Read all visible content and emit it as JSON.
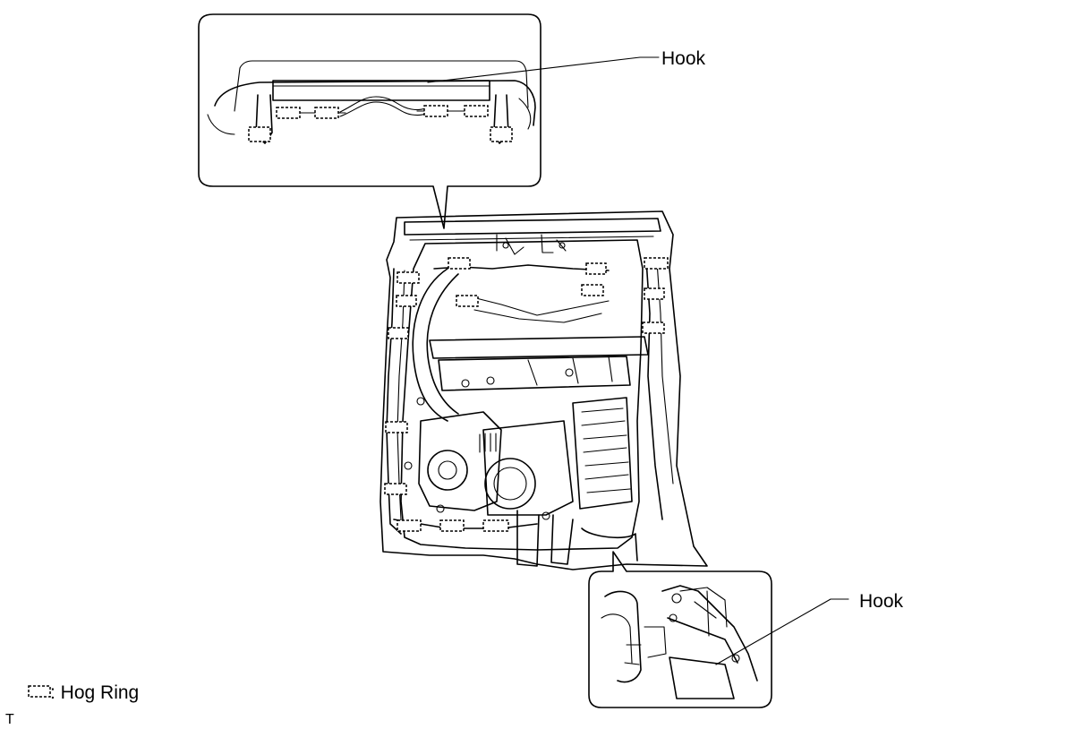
{
  "callouts": {
    "top_hook": "Hook",
    "bottom_hook": "Hook"
  },
  "legend": {
    "symbol_label": ": Hog Ring"
  },
  "corner_mark": "T"
}
